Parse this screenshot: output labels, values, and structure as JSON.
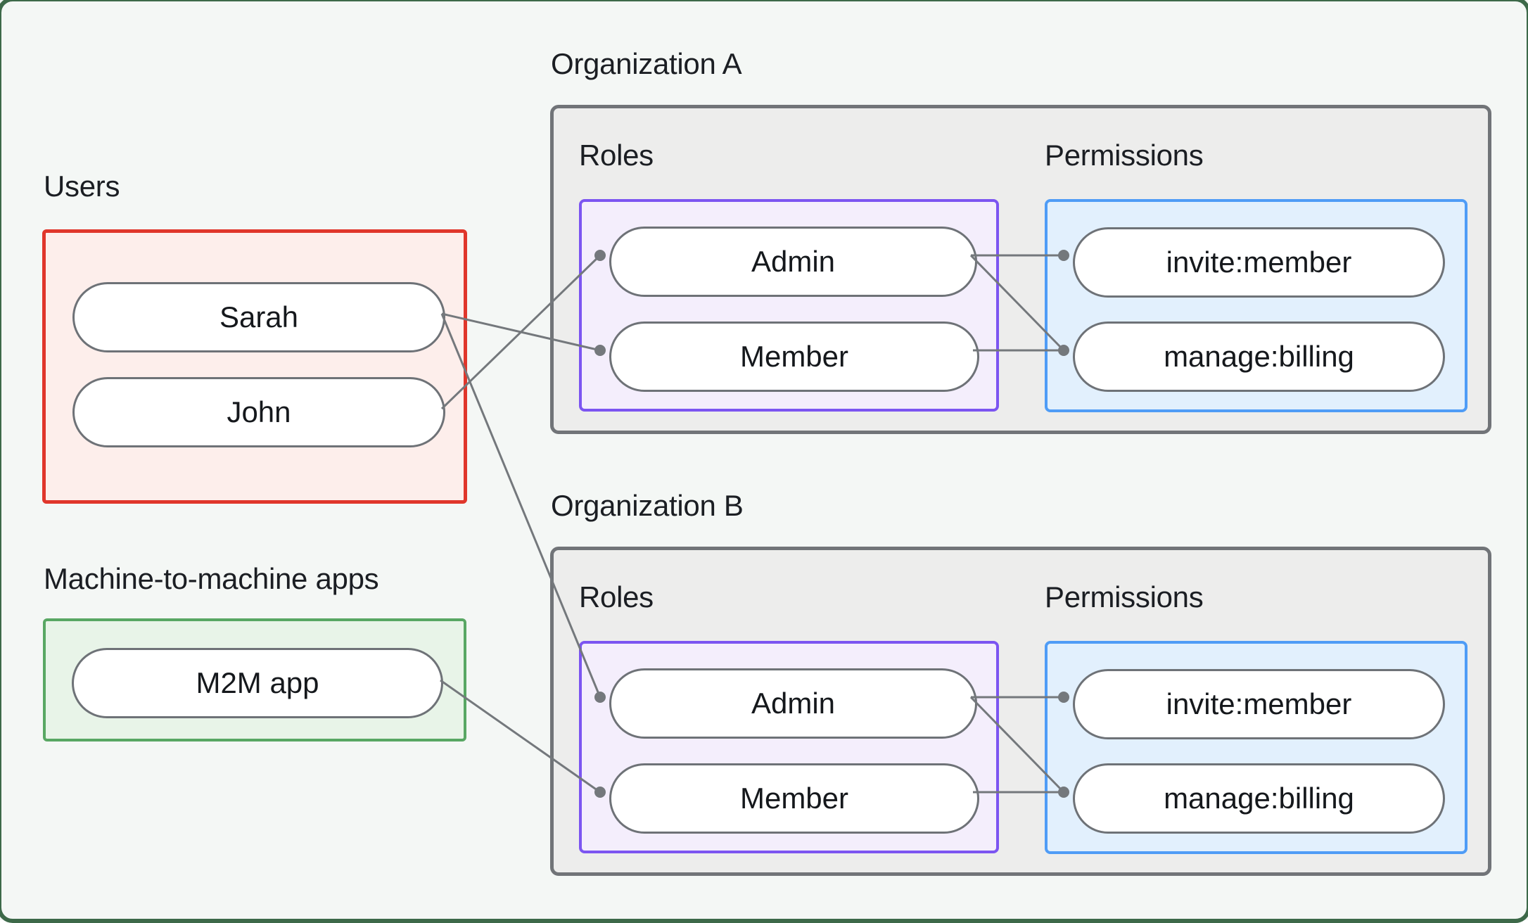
{
  "theme": {
    "page_bg": "#f4f7f5",
    "frame_border": "#3d6949",
    "text": "#1b1e23",
    "node_border": "#6e7277",
    "node_fill": "#ffffff",
    "line": "#74787c",
    "users_border": "#e0362b",
    "users_fill": "#fdeeeb",
    "m2m_border": "#58a763",
    "m2m_fill": "#e8f4e8",
    "org_border": "#717478",
    "org_fill": "#ededec",
    "roles_border": "#7c55f1",
    "roles_fill": "#f4eefc",
    "perms_border": "#4f9cf6",
    "perms_fill": "#e2f0fd"
  },
  "users_group": {
    "label": "Users",
    "items": [
      {
        "label": "Sarah"
      },
      {
        "label": "John"
      }
    ]
  },
  "m2m_group": {
    "label": "Machine-to-machine apps",
    "items": [
      {
        "label": "M2M app"
      }
    ]
  },
  "organizations": [
    {
      "title": "Organization A",
      "roles_label": "Roles",
      "permissions_label": "Permissions",
      "roles": [
        "Admin",
        "Member"
      ],
      "permissions": [
        "invite:member",
        "manage:billing"
      ]
    },
    {
      "title": "Organization B",
      "roles_label": "Roles",
      "permissions_label": "Permissions",
      "roles": [
        "Admin",
        "Member"
      ],
      "permissions": [
        "invite:member",
        "manage:billing"
      ]
    }
  ],
  "connections": [
    {
      "from": "Sarah",
      "to": "Organization A / Member"
    },
    {
      "from": "Sarah",
      "to": "Organization B / Admin"
    },
    {
      "from": "John",
      "to": "Organization A / Admin"
    },
    {
      "from": "M2M app",
      "to": "Organization B / Member"
    },
    {
      "from": "Organization A / Admin",
      "to": "Organization A / invite:member"
    },
    {
      "from": "Organization A / Admin",
      "to": "Organization A / manage:billing"
    },
    {
      "from": "Organization A / Member",
      "to": "Organization A / manage:billing"
    },
    {
      "from": "Organization B / Admin",
      "to": "Organization B / invite:member"
    },
    {
      "from": "Organization B / Admin",
      "to": "Organization B / manage:billing"
    },
    {
      "from": "Organization B / Member",
      "to": "Organization B / manage:billing"
    }
  ]
}
